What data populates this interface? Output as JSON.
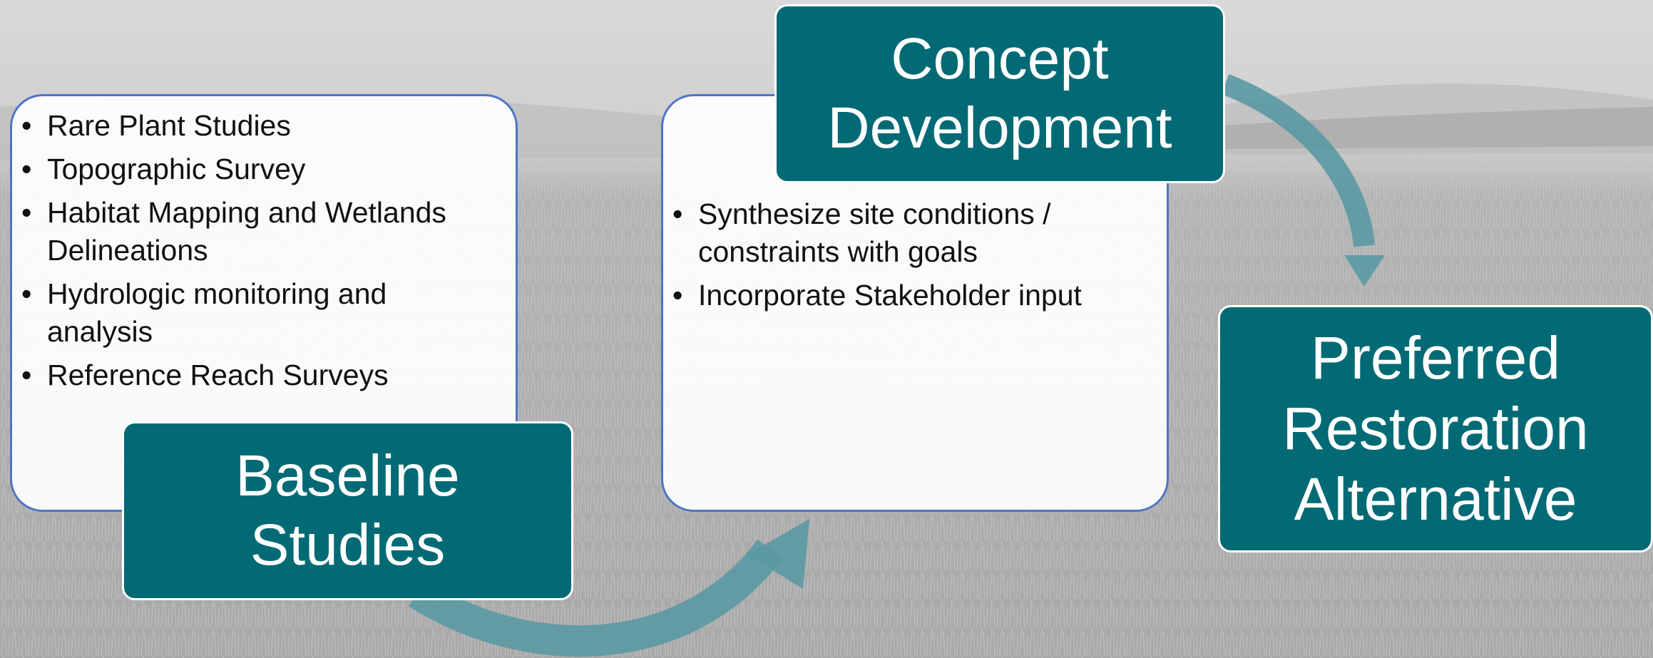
{
  "diagram": {
    "stages": [
      {
        "title": "Baseline\nStudies",
        "bullets": [
          "Rare Plant Studies",
          "Topographic Survey",
          "Habitat Mapping and Wetlands Delineations",
          "Hydrologic monitoring and analysis",
          "Reference Reach Surveys"
        ]
      },
      {
        "title": "Concept\nDevelopment",
        "bullets": [
          "Synthesize site conditions / constraints with goals",
          "Incorporate Stakeholder input"
        ]
      },
      {
        "title": "Preferred\nRestoration\nAlternative"
      }
    ]
  },
  "colors": {
    "title_box_fill": "#026a75",
    "arrow": "#5a99a3",
    "panel_border": "#4f74c6",
    "background": "#bcbcbc"
  }
}
